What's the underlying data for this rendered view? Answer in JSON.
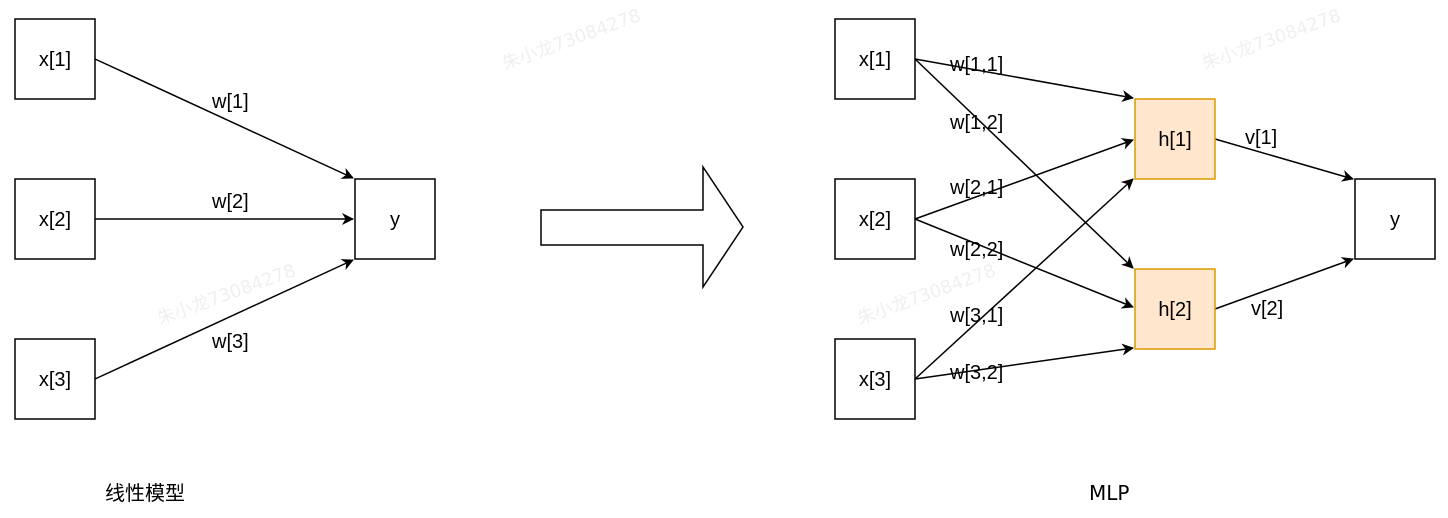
{
  "linear": {
    "inputs": [
      "x[1]",
      "x[2]",
      "x[3]"
    ],
    "output": "y",
    "weights": [
      "w[1]",
      "w[2]",
      "w[3]"
    ],
    "caption": "线性模型"
  },
  "mlp": {
    "inputs": [
      "x[1]",
      "x[2]",
      "x[3]"
    ],
    "hidden": [
      "h[1]",
      "h[2]"
    ],
    "output": "y",
    "weights": [
      "w[1,1]",
      "w[1,2]",
      "w[2,1]",
      "w[2,2]",
      "w[3,1]",
      "w[3,2]"
    ],
    "out_weights": [
      "v[1]",
      "v[2]"
    ],
    "caption": "MLP"
  },
  "watermark": "朱小龙73084278",
  "colors": {
    "hidden_fill": "#ffe6cc",
    "hidden_stroke": "#d79b00"
  }
}
